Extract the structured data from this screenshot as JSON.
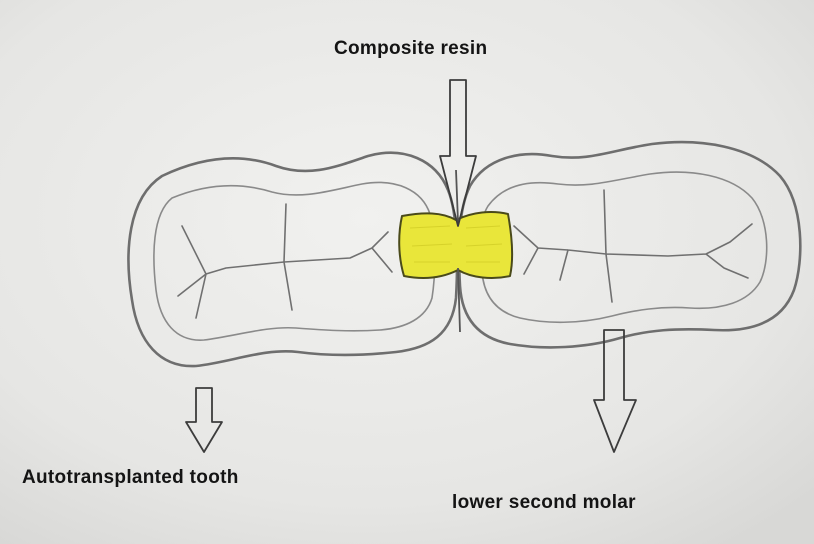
{
  "labels": {
    "composite_resin": "Composite resin",
    "autotransplanted_tooth": "Autotransplanted tooth",
    "lower_second_molar": "lower second molar"
  },
  "colors": {
    "paper": "#ececea",
    "pencil": "#707070",
    "pencil_light": "#8c8c8c",
    "resin_fill": "#e9e63a",
    "resin_outline": "#4a4a1a",
    "arrow": "#3c3c3c",
    "text": "#141414"
  }
}
